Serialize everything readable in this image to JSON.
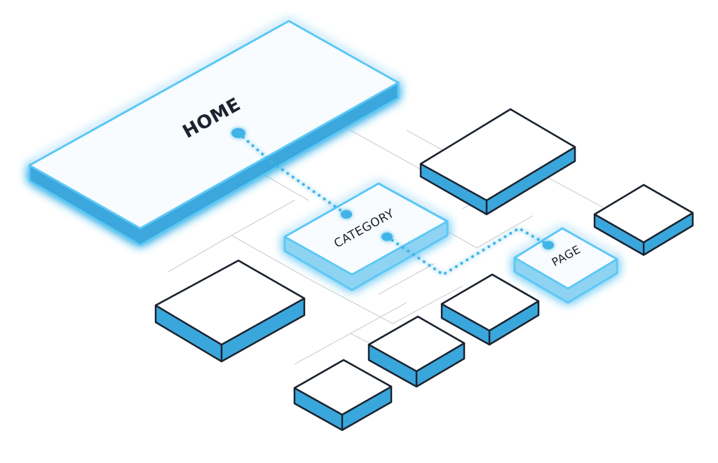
{
  "diagram": {
    "nodes": {
      "home": {
        "label": "HOME"
      },
      "category": {
        "label": "CATEGORY"
      },
      "page": {
        "label": "PAGE"
      }
    },
    "colors": {
      "accent": "#3fa9dd",
      "side": "#3aa7dc",
      "glow": "#5cc8f5",
      "outline": "#1b2330",
      "grid": "#cfcfcf",
      "connector": "#3fb4e6",
      "highlight_top": "#f8fcff"
    }
  }
}
